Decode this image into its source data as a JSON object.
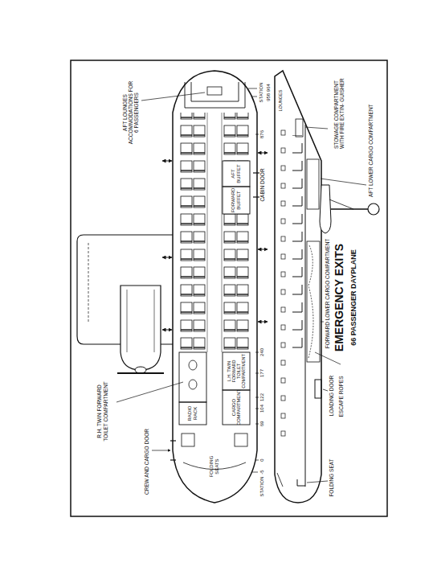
{
  "diagram": {
    "title": "EMERGENCY EXITS",
    "caption": "66 PASSENGER DAYPLANE",
    "labels": [
      "AFT LOUNGES ACCOMMODATIONS FOR 6 PASSENGERS",
      "AFT BUFFET",
      "FORWARD BUFFET",
      "CABIN DOOR",
      "R.H. TWIN FORWARD TOILET COMPARTMENT",
      "L.H. TWIN FORWARD TOILET COMPARTMENT",
      "CREW AND CARGO DOOR",
      "CARGO COMPARTMENT",
      "RADIO RACK",
      "FOLDING SEATS",
      "STATION",
      "-5",
      "0",
      "69",
      "104",
      "122",
      "177",
      "240",
      "876",
      "STATION",
      "958 964",
      "LOUNGES",
      "STOWAGE COMPARTMENT WITH FIRE EXTIN- GUISHER",
      "AFT LOWER CARGO COMPARTMENT",
      "FORWARD LOWER CARGO COMPARTMENT",
      "LOADING DOOR",
      "ESCAPE ROPES",
      "FOLDING SEAT"
    ]
  }
}
